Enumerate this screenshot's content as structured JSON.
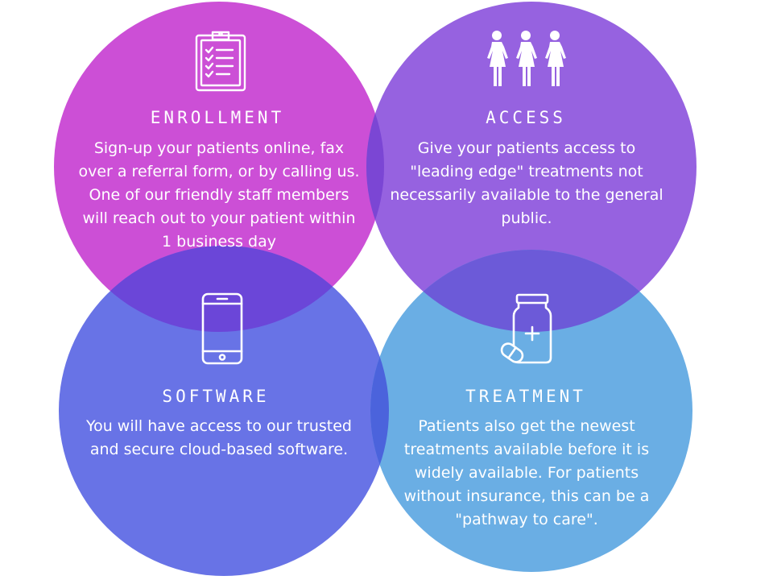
{
  "colors": {
    "enrollment": "#cc4fd6",
    "access": "#9662e0",
    "software": "#6873e6",
    "treatment": "#6aaee4",
    "overlap_enrollment_access": "#7b46d4",
    "overlap_enrollment_software": "#6b46d8",
    "overlap_access_treatment": "#6c5ad8",
    "overlap_software_treatment": "#4b63dc",
    "text": "#ffffff"
  },
  "sections": {
    "enrollment": {
      "icon": "clipboard-checklist-icon",
      "title": "ENROLLMENT",
      "lines": [
        "Sign-up your patients online, fax",
        "over a referral form, or by calling us.",
        "One of our friendly staff members",
        "will reach out to your patient within",
        "1 business day"
      ]
    },
    "access": {
      "icon": "three-women-icon",
      "title": "ACCESS",
      "lines": [
        "Give your patients access to",
        "\"leading edge\" treatments not",
        "necessarily available to the general",
        "public."
      ]
    },
    "software": {
      "icon": "smartphone-icon",
      "title": "SOFTWARE",
      "lines": [
        "You will have access to our trusted",
        "and secure cloud-based software."
      ]
    },
    "treatment": {
      "icon": "medicine-bottle-pill-icon",
      "title": "TREATMENT",
      "lines": [
        "Patients also get the newest",
        "treatments available before it is",
        "widely available. For patients",
        "without insurance, this can be a",
        "\"pathway to care\"."
      ]
    }
  }
}
